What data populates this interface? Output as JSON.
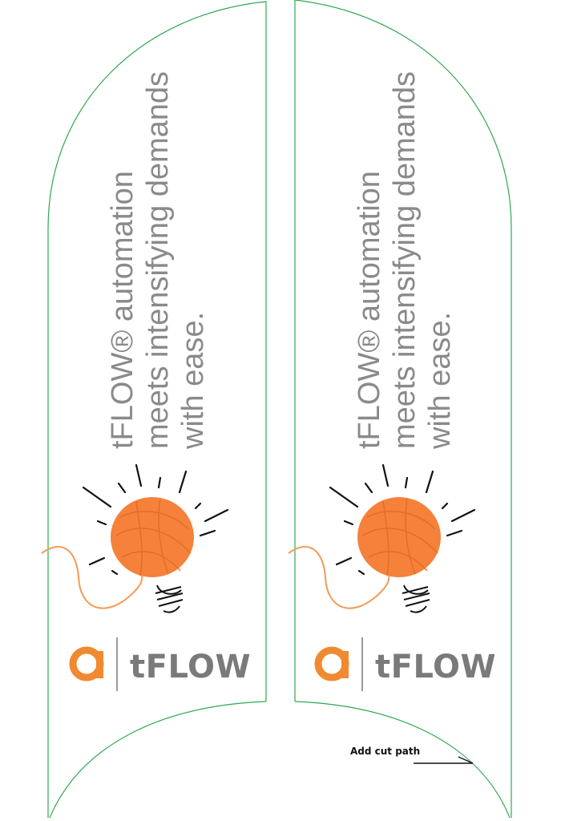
{
  "flags": [
    {
      "headline_lines": [
        "tFLOW® automation",
        "meets intensifying demands",
        "with ease."
      ],
      "brand_name": "tFLOW"
    },
    {
      "headline_lines": [
        "tFLOW® automation",
        "meets intensifying demands",
        "with ease."
      ],
      "brand_name": "tFLOW"
    }
  ],
  "annotation": {
    "label": "Add cut path"
  },
  "colors": {
    "cut_line": "#2fa84f",
    "brand_orange": "#f08a30",
    "yarn_orange": "#f5813a",
    "text_gray": "#8a8a8a"
  },
  "icons": [
    "lightbulb-yarn-illustration",
    "tflow-logo-icon",
    "arrow-icon"
  ]
}
